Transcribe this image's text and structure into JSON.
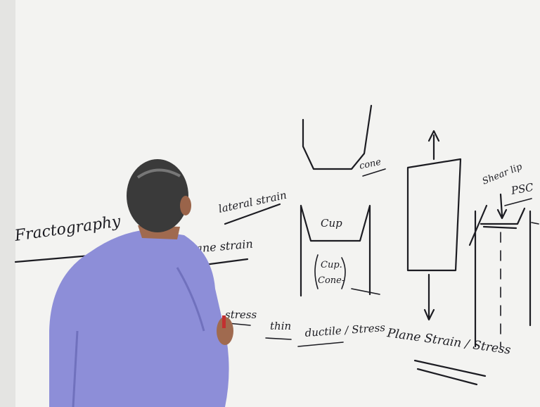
{
  "board": {
    "title": "Fractography",
    "lateral": "lateral strain",
    "plane_strain": "Plane strain",
    "cone": "cone",
    "cup": "Cup",
    "cup_cone_1": "Cup.",
    "cup_cone_2": "Cone-",
    "stress": "stress",
    "thin": "thin",
    "ductile_stress": "ductile / Stress",
    "plane_strain_stress": "Plane Strain / Stress",
    "shear_lip": "Shear lip",
    "psc": "PSC"
  },
  "colors": {
    "background": "#f3f3f1",
    "ink": "#1c1c22",
    "shirt": "#8d8ed8",
    "hair": "#3a3a3a",
    "skin": "#a06a4f"
  }
}
